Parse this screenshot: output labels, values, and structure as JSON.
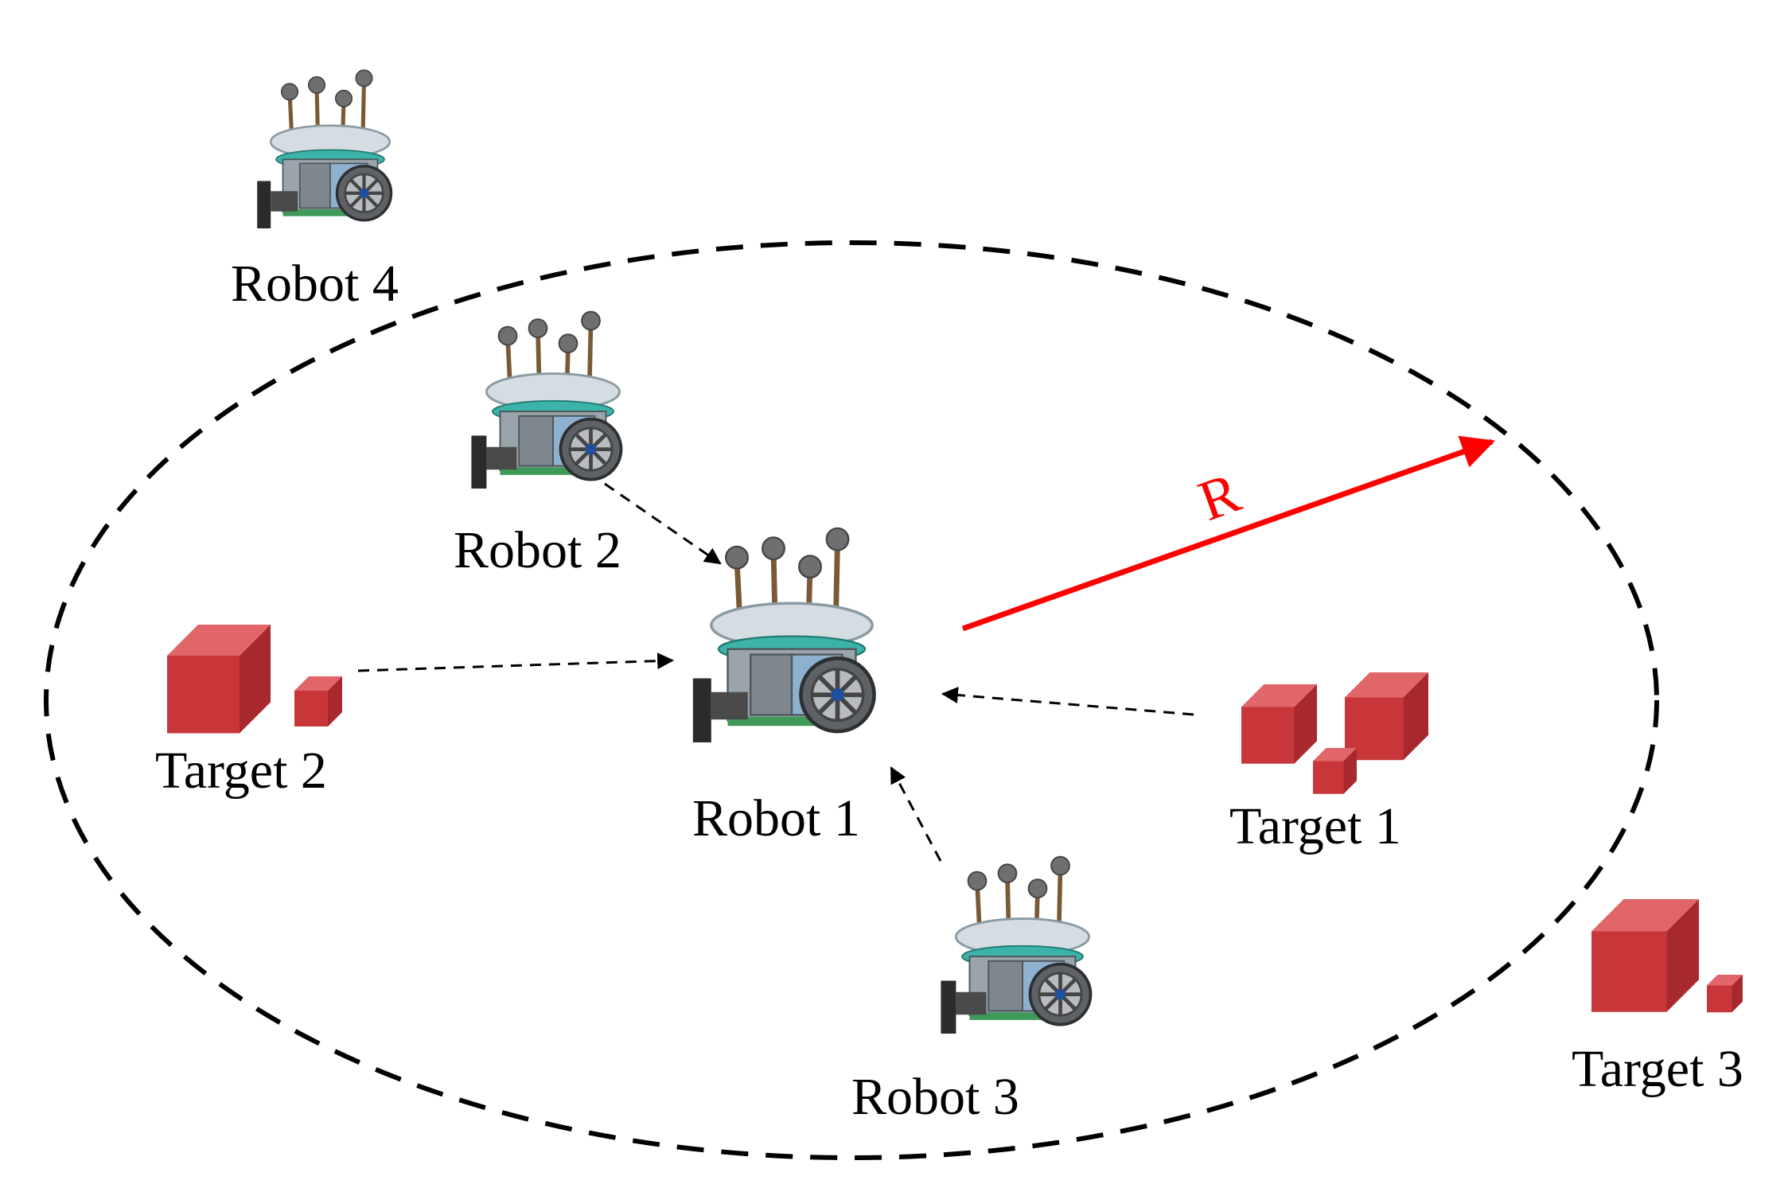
{
  "diagram": {
    "labels": {
      "robot1": "Robot 1",
      "robot2": "Robot 2",
      "robot3": "Robot 3",
      "robot4": "Robot 4",
      "target1": "Target 1",
      "target2": "Target 2",
      "target3": "Target 3",
      "radius": "R"
    },
    "colors": {
      "radius_arrow": "#ff0000",
      "boundary": "#000000",
      "cube": "#c8363a",
      "robot_body": "#8a8f94",
      "robot_base": "#3bb3a8",
      "wheel": "#6b6f73"
    },
    "icons": [
      "robot-icon",
      "cube-icon"
    ]
  }
}
